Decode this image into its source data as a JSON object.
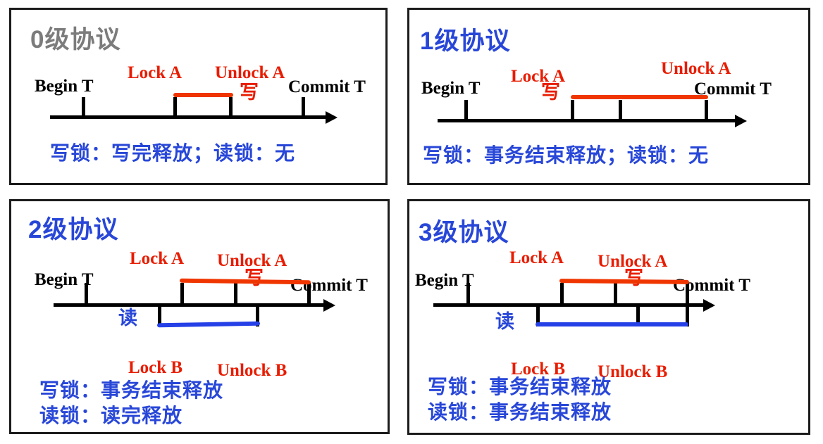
{
  "colors": {
    "label_red": "#e81c00",
    "bar_red": "#f03600",
    "text_blue": "#2847d8",
    "bar_blue": "#2540e6",
    "title_gray": "#7c7c7c",
    "line_black": "#000000",
    "panel_border": "#1c1c1c",
    "background": "#ffffff"
  },
  "panels": [
    {
      "id": "protocol-level-0",
      "title": "0级协议",
      "labels": {
        "begin": "Begin T",
        "lock_a": "Lock A",
        "unlock_a": "Unlock A",
        "write": "写",
        "commit": "Commit T"
      },
      "summary": [
        "写锁：写完释放；读锁：无"
      ]
    },
    {
      "id": "protocol-level-1",
      "title": "1级协议",
      "labels": {
        "begin": "Begin T",
        "lock_a": "Lock A",
        "unlock_a": "Unlock A",
        "write": "写",
        "commit": "Commit T"
      },
      "summary": [
        "写锁：事务结束释放；读锁：无"
      ]
    },
    {
      "id": "protocol-level-2",
      "title": "2级协议",
      "labels": {
        "begin": "Begin T",
        "lock_a": "Lock A",
        "unlock_a": "Unlock A",
        "write": "写",
        "commit": "Commit T",
        "read": "读",
        "lock_b": "Lock B",
        "unlock_b": "Unlock B"
      },
      "summary": [
        "写锁：事务结束释放",
        "读锁：读完释放"
      ]
    },
    {
      "id": "protocol-level-3",
      "title": "3级协议",
      "labels": {
        "begin": "Begin T",
        "lock_a": "Lock A",
        "unlock_a": "Unlock A",
        "write": "写",
        "commit": "Commit T",
        "read": "读",
        "lock_b": "Lock B",
        "unlock_b": "Unlock B"
      },
      "summary": [
        "写锁：事务结束释放",
        "读锁：事务结束释放"
      ]
    }
  ]
}
